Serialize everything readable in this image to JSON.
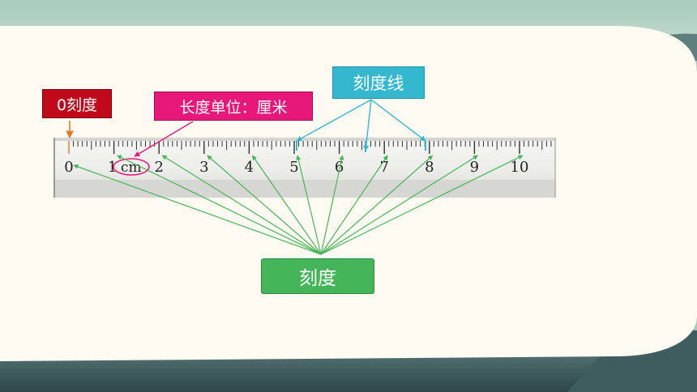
{
  "labels": {
    "zero_mark": "0刻度",
    "unit": "长度单位：厘米",
    "tick_lines": "刻度线",
    "scale": "刻度"
  },
  "ruler": {
    "numbers": [
      "0",
      "1",
      "2",
      "3",
      "4",
      "5",
      "6",
      "7",
      "8",
      "9",
      "10"
    ],
    "unit_text": "cm"
  },
  "colors": {
    "zero_label_bg": "#c00a1c",
    "unit_label_bg": "#e8187b",
    "tick_label_bg": "#33b8d0",
    "scale_label_bg": "#45b559",
    "zero_arrow": "#e07a2a",
    "unit_arrow": "#e8187b",
    "tick_arrow": "#33b8d0",
    "scale_arrow": "#45b559"
  }
}
